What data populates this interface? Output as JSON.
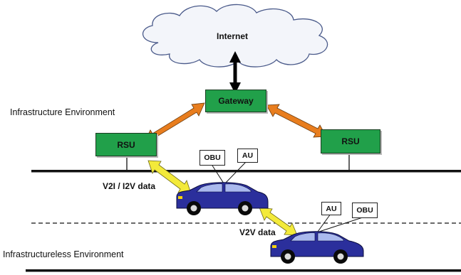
{
  "labels": {
    "internet": "Internet",
    "gateway": "Gateway",
    "rsu_left": "RSU",
    "rsu_right": "RSU",
    "infrastructure_env": "Infrastructure Environment",
    "infrastructureless_env": "Infrastructureless Environment",
    "v2i_data": "V2I / I2V data",
    "v2v_data": "V2V data",
    "car1_obu": "OBU",
    "car1_au": "AU",
    "car2_au": "AU",
    "car2_obu": "OBU"
  },
  "colors": {
    "node_green": "#21a04a",
    "infra_arrow": "#e87d1e",
    "data_arrow": "#f3ea3a",
    "car_body": "#2b2f9c",
    "road": "#111111",
    "cloud_fill": "#f3f5fa",
    "cloud_stroke": "#4a5a8a"
  }
}
